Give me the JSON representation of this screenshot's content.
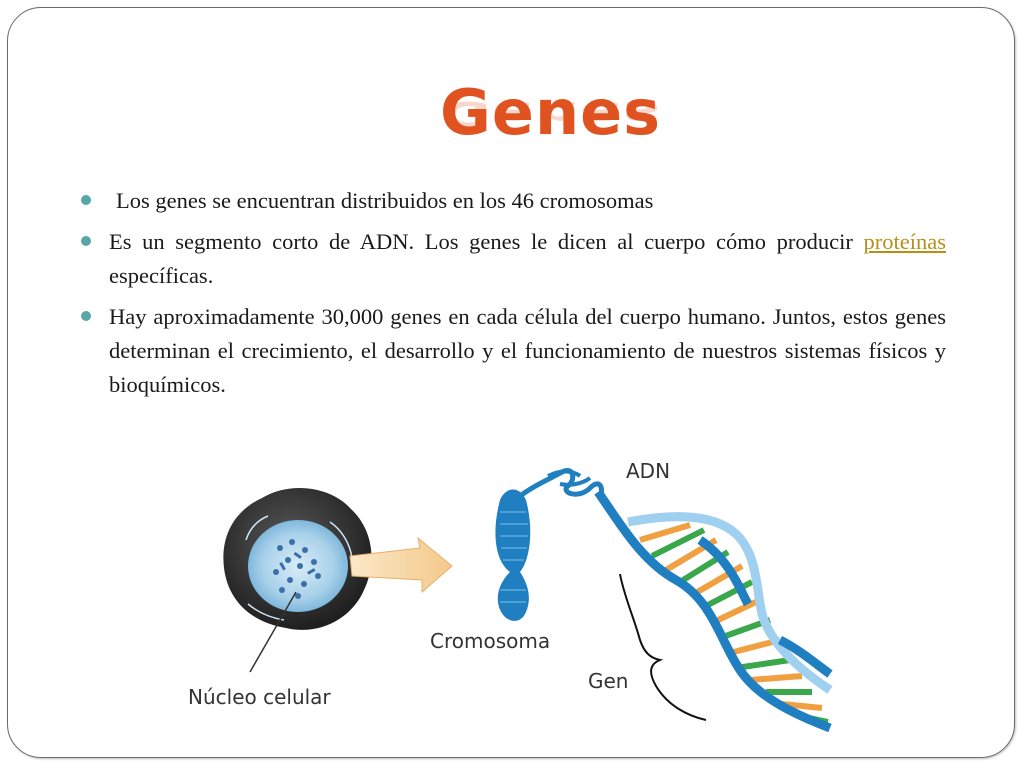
{
  "slide": {
    "title": "Genes",
    "bullets": [
      {
        "text": "Los genes se encuentran distribuidos en los 46 cromosomas"
      },
      {
        "text_before": "Es un segmento corto de ADN. Los genes le dicen al cuerpo cómo producir ",
        "link": "proteínas",
        "text_after": " específicas."
      },
      {
        "text": "Hay aproximadamente 30,000 genes en cada célula del cuerpo humano. Juntos, estos genes determinan el crecimiento, el desarrollo y el funcionamiento de nuestros sistemas físicos y bioquímicos."
      }
    ],
    "diagram_labels": {
      "adn": "ADN",
      "cromosoma": "Cromosoma",
      "gen": "Gen",
      "nucleo": "Núcleo celular"
    },
    "colors": {
      "title": "#e0521f",
      "bullet": "#58a6a6",
      "link": "#b59019",
      "dna_blue": "#1f7fc0",
      "dna_orange": "#f0a040",
      "dna_green": "#3aa84a"
    }
  }
}
